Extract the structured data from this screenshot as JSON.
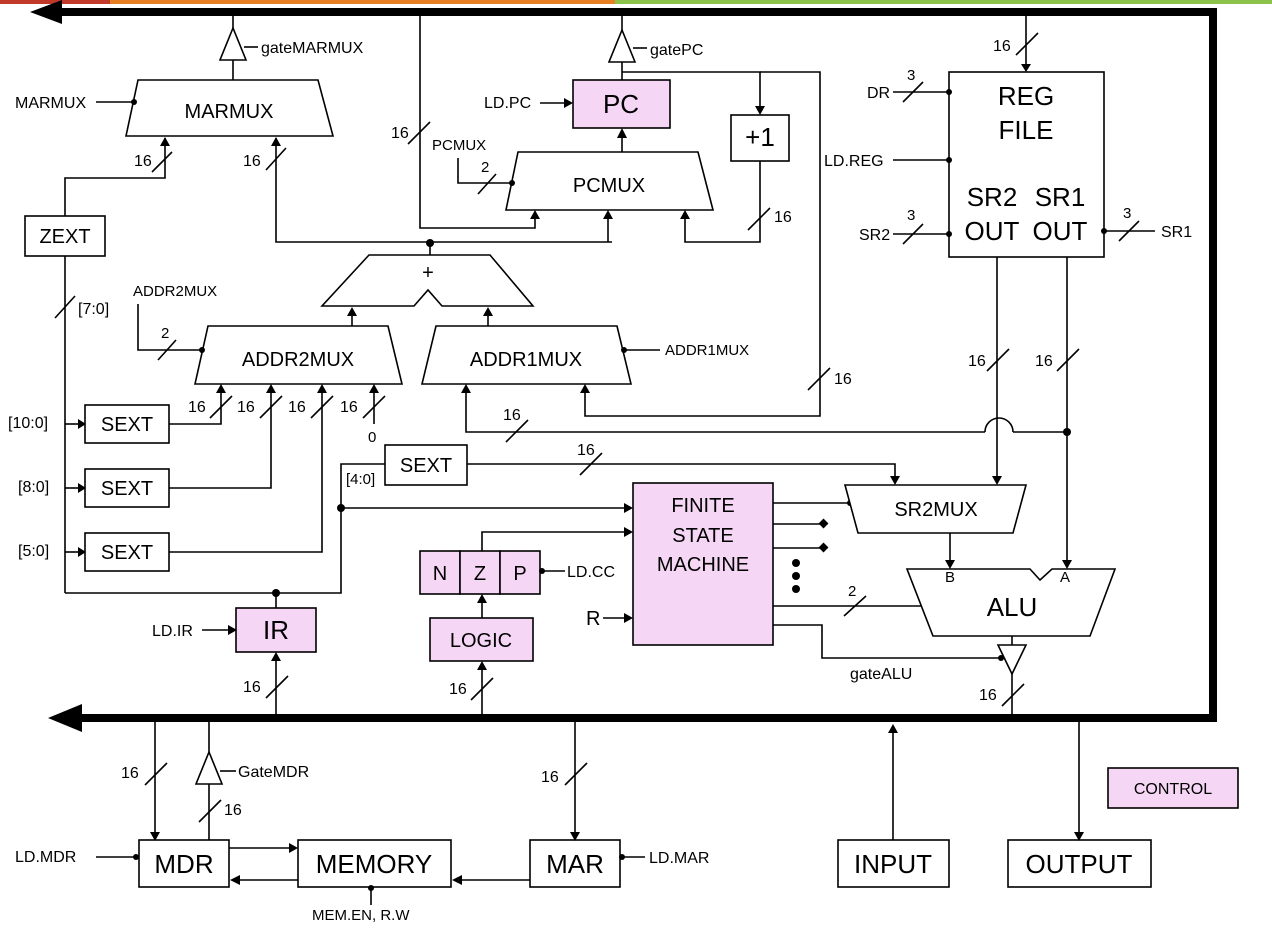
{
  "colors": {
    "bus": "#000000",
    "register_fill": "#f5d6f5",
    "block_fill": "#ffffff",
    "top_strip_left": "#c0392b",
    "top_strip_mid": "#e67e22",
    "top_strip_right": "#8bc34a"
  },
  "blocks": {
    "marmux": "MARMUX",
    "pc": "PC",
    "pcmux": "PCMUX",
    "plus_one": "+1",
    "reg_file_line1": "REG",
    "reg_file_line2": "FILE",
    "sr2_out_line1": "SR2",
    "sr2_out_line2": "OUT",
    "sr1_out_line1": "SR1",
    "sr1_out_line2": "OUT",
    "zext": "ZEXT",
    "adder": "+",
    "addr2mux": "ADDR2MUX",
    "addr1mux": "ADDR1MUX",
    "sext_10": "SEXT",
    "sext_8": "SEXT",
    "sext_5": "SEXT",
    "sext_4": "SEXT",
    "fsm_line1": "FINITE",
    "fsm_line2": "STATE",
    "fsm_line3": "MACHINE",
    "sr2mux": "SR2MUX",
    "alu": "ALU",
    "alu_b": "B",
    "alu_a": "A",
    "ir": "IR",
    "n": "N",
    "z": "Z",
    "p": "P",
    "logic": "LOGIC",
    "mdr": "MDR",
    "memory": "MEMORY",
    "mar": "MAR",
    "input": "INPUT",
    "output": "OUTPUT",
    "control": "CONTROL"
  },
  "signals": {
    "gate_marmux": "gateMARMUX",
    "gate_pc": "gatePC",
    "marmux_sel": "MARMUX",
    "ld_pc": "LD.PC",
    "pcmux_sel": "PCMUX",
    "dr": "DR",
    "ld_reg": "LD.REG",
    "sr2": "SR2",
    "sr1": "SR1",
    "addr2mux_sel": "ADDR2MUX",
    "addr1mux_sel": "ADDR1MUX",
    "ld_cc": "LD.CC",
    "r": "R",
    "ld_ir": "LD.IR",
    "gate_alu": "gateALU",
    "gate_mdr": "GateMDR",
    "ld_mdr": "LD.MDR",
    "ld_mar": "LD.MAR",
    "mem_en": "MEM.EN, R.W"
  },
  "widths": {
    "w16": "16",
    "w3": "3",
    "w2": "2",
    "zero": "0",
    "b7_0": "[7:0]",
    "b10_0": "[10:0]",
    "b8_0": "[8:0]",
    "b5_0": "[5:0]",
    "b4_0": "[4:0]"
  }
}
